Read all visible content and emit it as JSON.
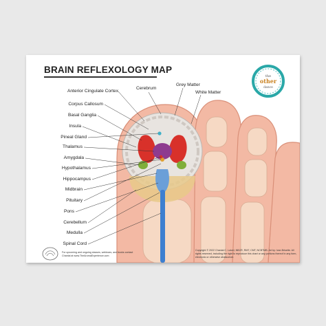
{
  "title": "BRAIN REFLEXOLOGY MAP",
  "labels_left": [
    "Anterior Cingulate Cortex",
    "Corpus Callosum",
    "Basal Ganglia",
    "Insula",
    "Pineal Gland",
    "Thalamus",
    "Amygdala",
    "Hypothalamus",
    "Hippocampus",
    "Midbrain",
    "Pituitary",
    "Pons",
    "Cerebellum",
    "Medulla",
    "Spinal Cord"
  ],
  "labels_top": {
    "cerebrum": "Cerebrum",
    "grey_matter": "Grey Matter",
    "white_matter": "White Matter"
  },
  "logo_top_right": {
    "line1": "the",
    "line2": "other",
    "line3": "dance"
  },
  "footer_left": "For upcoming and ongoing classes, webinars, and books contact Chantal at www.TheAromaExperience.com",
  "footer_right": "Copyright © 2022 Chantal C. Lutzel, NBCR, RMT, CMT, NCBTMB. Art by: Ivan Brisette. All rights reserved, including the right to reproduce this chart or any portions thereof in any form, electronic or otherwise whatsoever.",
  "colors": {
    "skin": "#f3b9a4",
    "skin_dark": "#e49a83",
    "bone": "#f6d9c4",
    "brain_grey": "#d9d4cf",
    "basal_ganglia": "#d8312a",
    "thalamus": "#8e3b8f",
    "amygdala": "#7fae3a",
    "spinal_cord": "#3d7fd0",
    "logo_teal": "#2aa8a8"
  }
}
